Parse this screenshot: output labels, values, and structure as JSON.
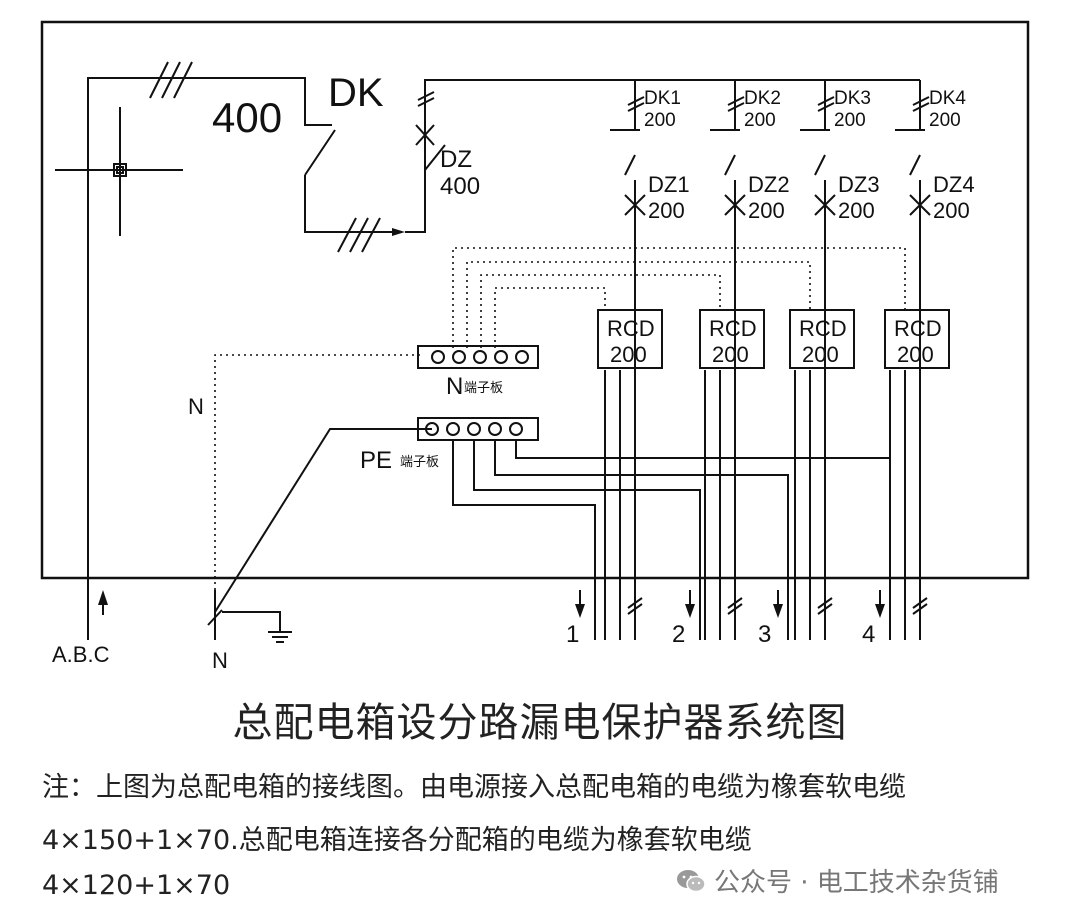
{
  "diagram": {
    "main_switch": {
      "rating": "400",
      "label": "DK"
    },
    "main_breaker": {
      "label": "DZ",
      "rating": "400"
    },
    "branch_switches": [
      {
        "label": "DK1",
        "rating": "200"
      },
      {
        "label": "DK2",
        "rating": "200"
      },
      {
        "label": "DK3",
        "rating": "200"
      },
      {
        "label": "DK4",
        "rating": "200"
      }
    ],
    "branch_breakers": [
      {
        "label": "DZ1",
        "rating": "200"
      },
      {
        "label": "DZ2",
        "rating": "200"
      },
      {
        "label": "DZ3",
        "rating": "200"
      },
      {
        "label": "DZ4",
        "rating": "200"
      }
    ],
    "rcds": [
      {
        "label": "RCD",
        "rating": "200"
      },
      {
        "label": "RCD",
        "rating": "200"
      },
      {
        "label": "RCD",
        "rating": "200"
      },
      {
        "label": "RCD",
        "rating": "200"
      }
    ],
    "n_terminal": {
      "label": "N",
      "suffix": "端子板"
    },
    "pe_terminal": {
      "label": "PE",
      "suffix": "端子板"
    },
    "n_line_label": "N",
    "supply_label": "A.B.C",
    "neutral_label": "N",
    "outputs": [
      "1",
      "2",
      "3",
      "4"
    ]
  },
  "title": "总配电箱设分路漏电保护器系统图",
  "notes": [
    "注：上图为总配电箱的接线图。由电源接入总配电箱的电缆为橡套软电缆",
    "4×150+1×70.总配电箱连接各分配箱的电缆为橡套软电缆",
    "4×120+1×70"
  ],
  "watermark": "公众号 · 电工技术杂货铺"
}
